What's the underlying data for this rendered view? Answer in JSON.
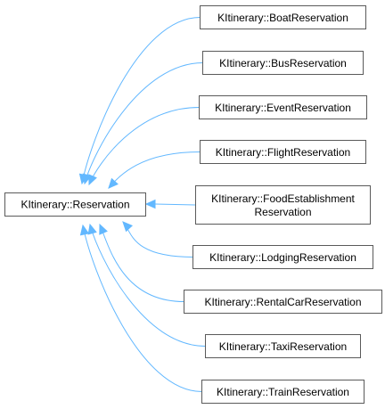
{
  "diagram": {
    "base_class": {
      "label": "KItinerary::Reservation"
    },
    "derived_classes": [
      {
        "id": "boat",
        "lines": [
          "KItinerary::BoatReservation"
        ]
      },
      {
        "id": "bus",
        "lines": [
          "KItinerary::BusReservation"
        ]
      },
      {
        "id": "event",
        "lines": [
          "KItinerary::EventReservation"
        ]
      },
      {
        "id": "flight",
        "lines": [
          "KItinerary::FlightReservation"
        ]
      },
      {
        "id": "food-establishment",
        "lines": [
          "KItinerary::FoodEstablishment",
          "Reservation"
        ]
      },
      {
        "id": "lodging",
        "lines": [
          "KItinerary::LodgingReservation"
        ]
      },
      {
        "id": "rental-car",
        "lines": [
          "KItinerary::RentalCarReservation"
        ]
      },
      {
        "id": "taxi",
        "lines": [
          "KItinerary::TaxiReservation"
        ]
      },
      {
        "id": "train",
        "lines": [
          "KItinerary::TrainReservation"
        ]
      }
    ],
    "colors": {
      "edge": "#63b8ff",
      "node_border": "#5a5a5a",
      "node_fill": "#ffffff",
      "text": "#000000"
    }
  }
}
